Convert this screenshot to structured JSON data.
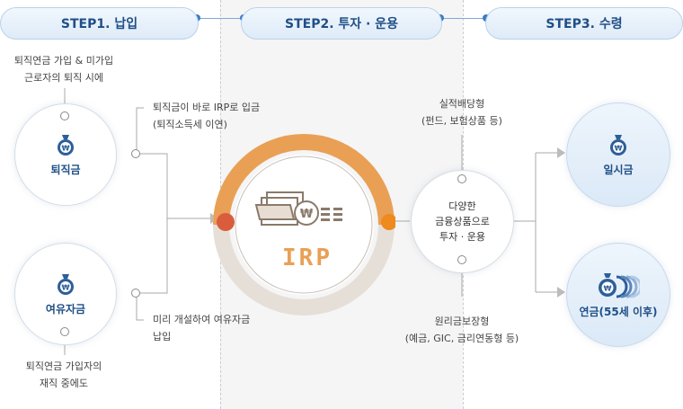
{
  "steps": [
    "STEP1. 납입",
    "STEP2. 투자 · 운용",
    "STEP3. 수령"
  ],
  "left": {
    "retirement": {
      "label": "퇴직금",
      "note_top": [
        "퇴직연금 가입 & 미가입",
        "근로자의 퇴직 시에"
      ],
      "route": [
        "퇴직금이 바로 IRP로 입금",
        "(퇴직소득세 이연)"
      ]
    },
    "spare": {
      "label": "여유자금",
      "note_bottom": [
        "퇴직연금 가입자의",
        "재직 중에도"
      ],
      "route": [
        "미리 개설하여 여유자금",
        "납입"
      ]
    }
  },
  "center": {
    "label": "IRP",
    "currency_symbol": "₩"
  },
  "products": {
    "main": [
      "다양한",
      "금융상품으로",
      "투자 · 운용"
    ],
    "top": [
      "실적배당형",
      "(펀드, 보험상품 등)"
    ],
    "bottom": [
      "원리금보장형",
      "(예금, GIC, 금리연동형 등)"
    ]
  },
  "outputs": {
    "lump": "일시금",
    "annuity": "연금(55세 이후)"
  },
  "colors": {
    "accent_orange": "#e9a055",
    "dot_red": "#d95d3c",
    "dot_orange": "#ee8a1e",
    "navy": "#1f4f86",
    "step_bg": "#deebf8"
  },
  "icons": [
    "money-bag-icon",
    "stacked-money-bag-icon",
    "money-transfer-icon"
  ]
}
